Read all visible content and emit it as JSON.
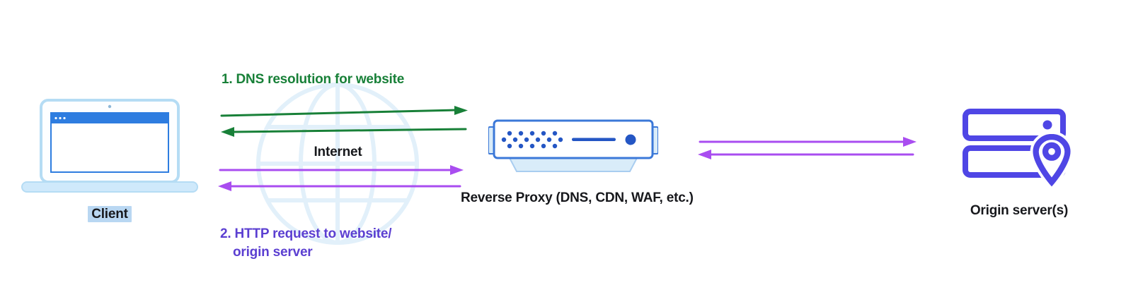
{
  "colors": {
    "green": "#188038",
    "violet": "#5b3fd1",
    "arrow_purple": "#a94df0",
    "blue": "#2e7de0",
    "blue_dark": "#2456c4",
    "device_border": "#3b78d8",
    "pale_blue": "#d9ecf9",
    "globe_blue": "#d6eaf8",
    "indigo": "#4f46e5",
    "highlight": "#b9d7f2",
    "text_dark": "#17181c"
  },
  "nodes": {
    "client": {
      "label": "Client"
    },
    "internet": {
      "label": "Internet"
    },
    "reverse_proxy": {
      "label": "Reverse Proxy (DNS, CDN, WAF, etc.)"
    },
    "origin": {
      "label": "Origin server(s)"
    }
  },
  "annotations": {
    "step1": "1. DNS resolution for website",
    "step2_line1": "2. HTTP request to website/",
    "step2_line2": "origin server"
  },
  "arrows": [
    {
      "id": "dns-request",
      "direction": "right",
      "color": "green"
    },
    {
      "id": "dns-response",
      "direction": "left",
      "color": "green"
    },
    {
      "id": "http-request",
      "direction": "right",
      "color": "purple"
    },
    {
      "id": "http-response",
      "direction": "left",
      "color": "purple"
    },
    {
      "id": "proxy-origin-request",
      "direction": "right",
      "color": "purple"
    },
    {
      "id": "proxy-origin-response",
      "direction": "left",
      "color": "purple"
    }
  ]
}
